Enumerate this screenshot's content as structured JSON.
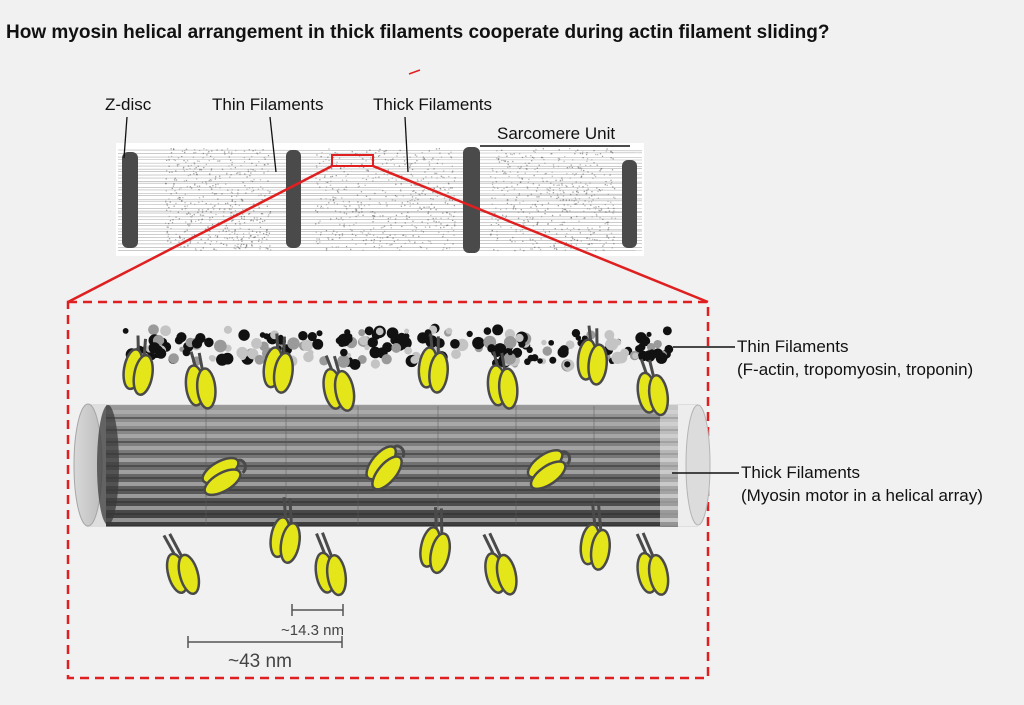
{
  "question": "How myosin helical arrangement in thick filaments cooperate during actin filament sliding?",
  "sarcomere_labels": {
    "z_disc": "Z-disc",
    "thin_filaments": "Thin Filaments",
    "thick_filaments": "Thick Filaments",
    "sarcomere_unit": "Sarcomere Unit"
  },
  "detail_labels": {
    "thin_title": "Thin Filaments",
    "thin_subtitle": "(F-actin, tropomyosin, troponin)",
    "thick_title": "Thick Filaments",
    "thick_subtitle": "(Myosin motor in a helical array)"
  },
  "scale_bars": {
    "short": "~14.3 nm",
    "long": "~43 nm"
  },
  "colors": {
    "myosin_head": "#e4e619",
    "highlight": "#e02020",
    "z_disc": "#4a4a4a",
    "background": "#f1f1f2"
  }
}
